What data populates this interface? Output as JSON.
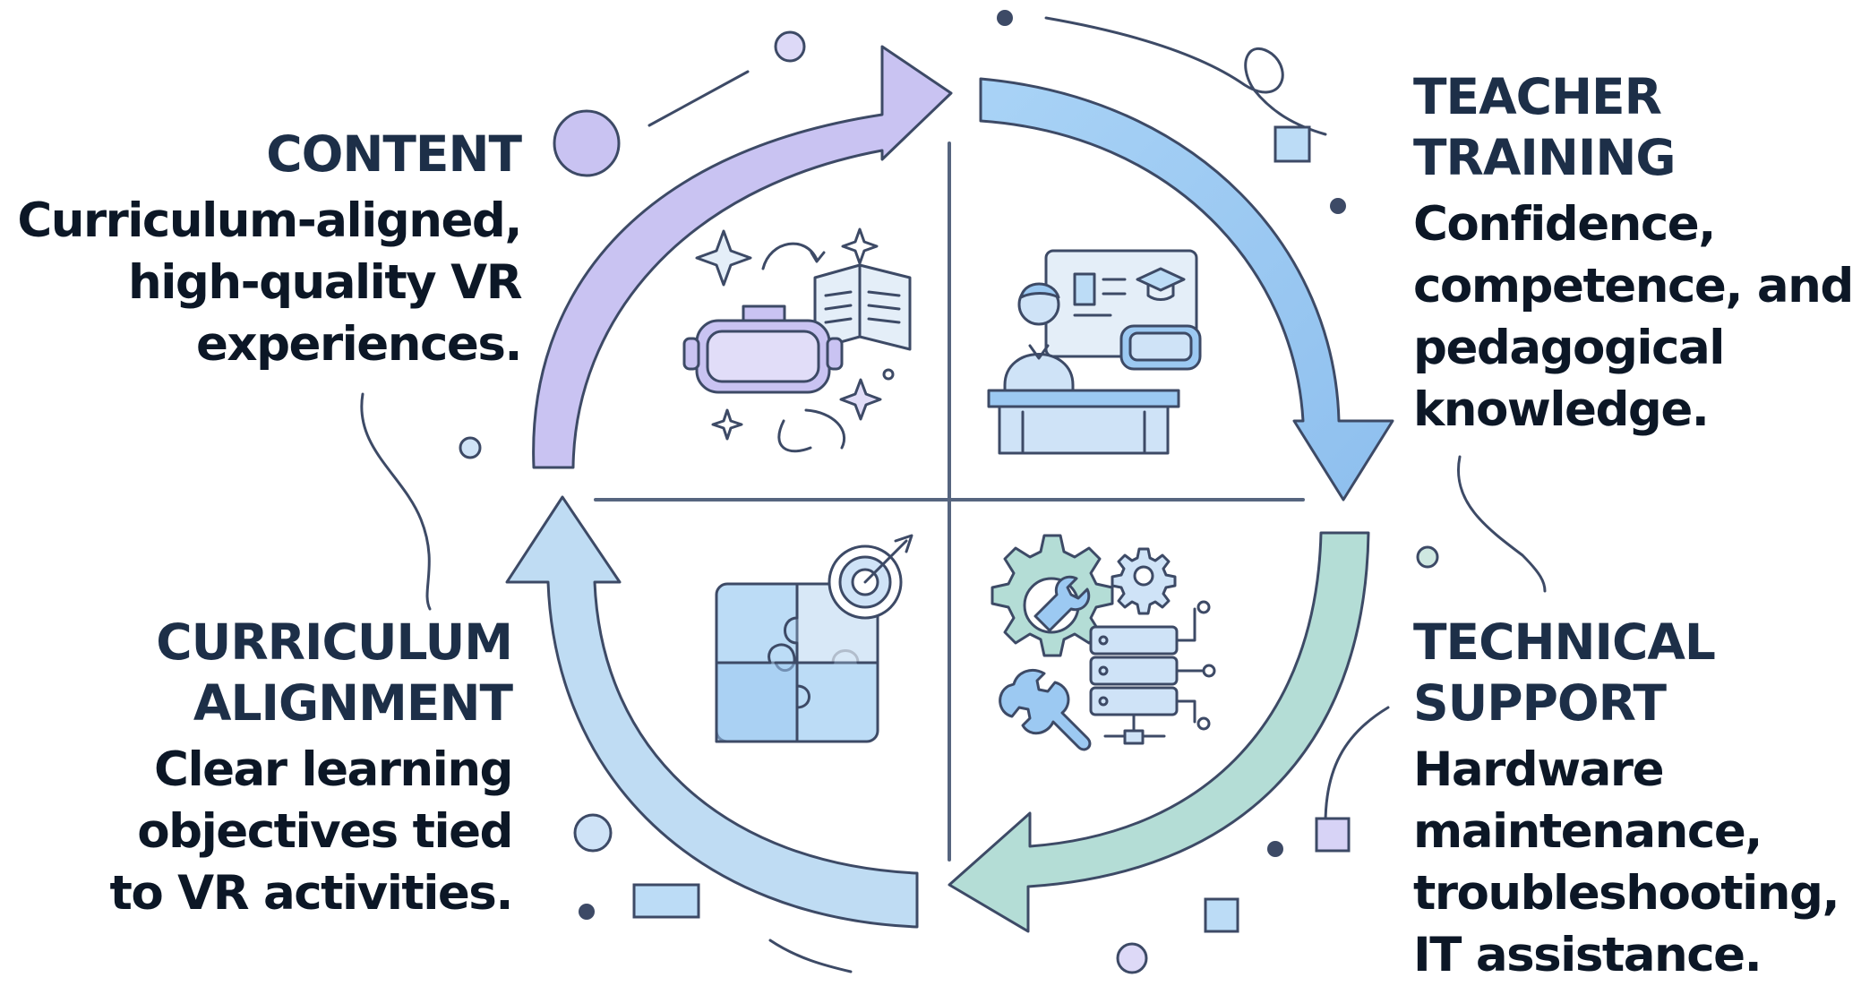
{
  "quadrants": {
    "content": {
      "heading": "CONTENT",
      "desc_lines": [
        "Curriculum-aligned,",
        "high-quality VR",
        "experiences."
      ],
      "icon": "vr-headset-book-icon",
      "arrow_color": "#c9c3f2"
    },
    "teacher_training": {
      "heading_lines": [
        "TEACHER",
        "TRAINING"
      ],
      "desc_lines": [
        "Confidence,",
        "competence, and",
        "pedagogical",
        "knowledge."
      ],
      "icon": "teacher-presentation-icon",
      "arrow_color": "#9cc9f2"
    },
    "technical_support": {
      "heading_lines": [
        "TECHNICAL",
        "SUPPORT"
      ],
      "desc_lines": [
        "Hardware",
        "maintenance,",
        "troubleshooting,",
        "IT assistance."
      ],
      "icon": "gears-server-icon",
      "arrow_color": "#b4ddd6"
    },
    "curriculum_alignment": {
      "heading_lines": [
        "CURRICULUM",
        "ALIGNMENT"
      ],
      "desc_lines": [
        "Clear learning",
        "objectives tied",
        "to VR activities."
      ],
      "icon": "puzzle-target-icon",
      "arrow_color": "#bfdcf3"
    }
  },
  "colors": {
    "heading": "#1d2f48",
    "text": "#0c1726",
    "outline": "#3d4a66",
    "divider": "#56657f"
  }
}
